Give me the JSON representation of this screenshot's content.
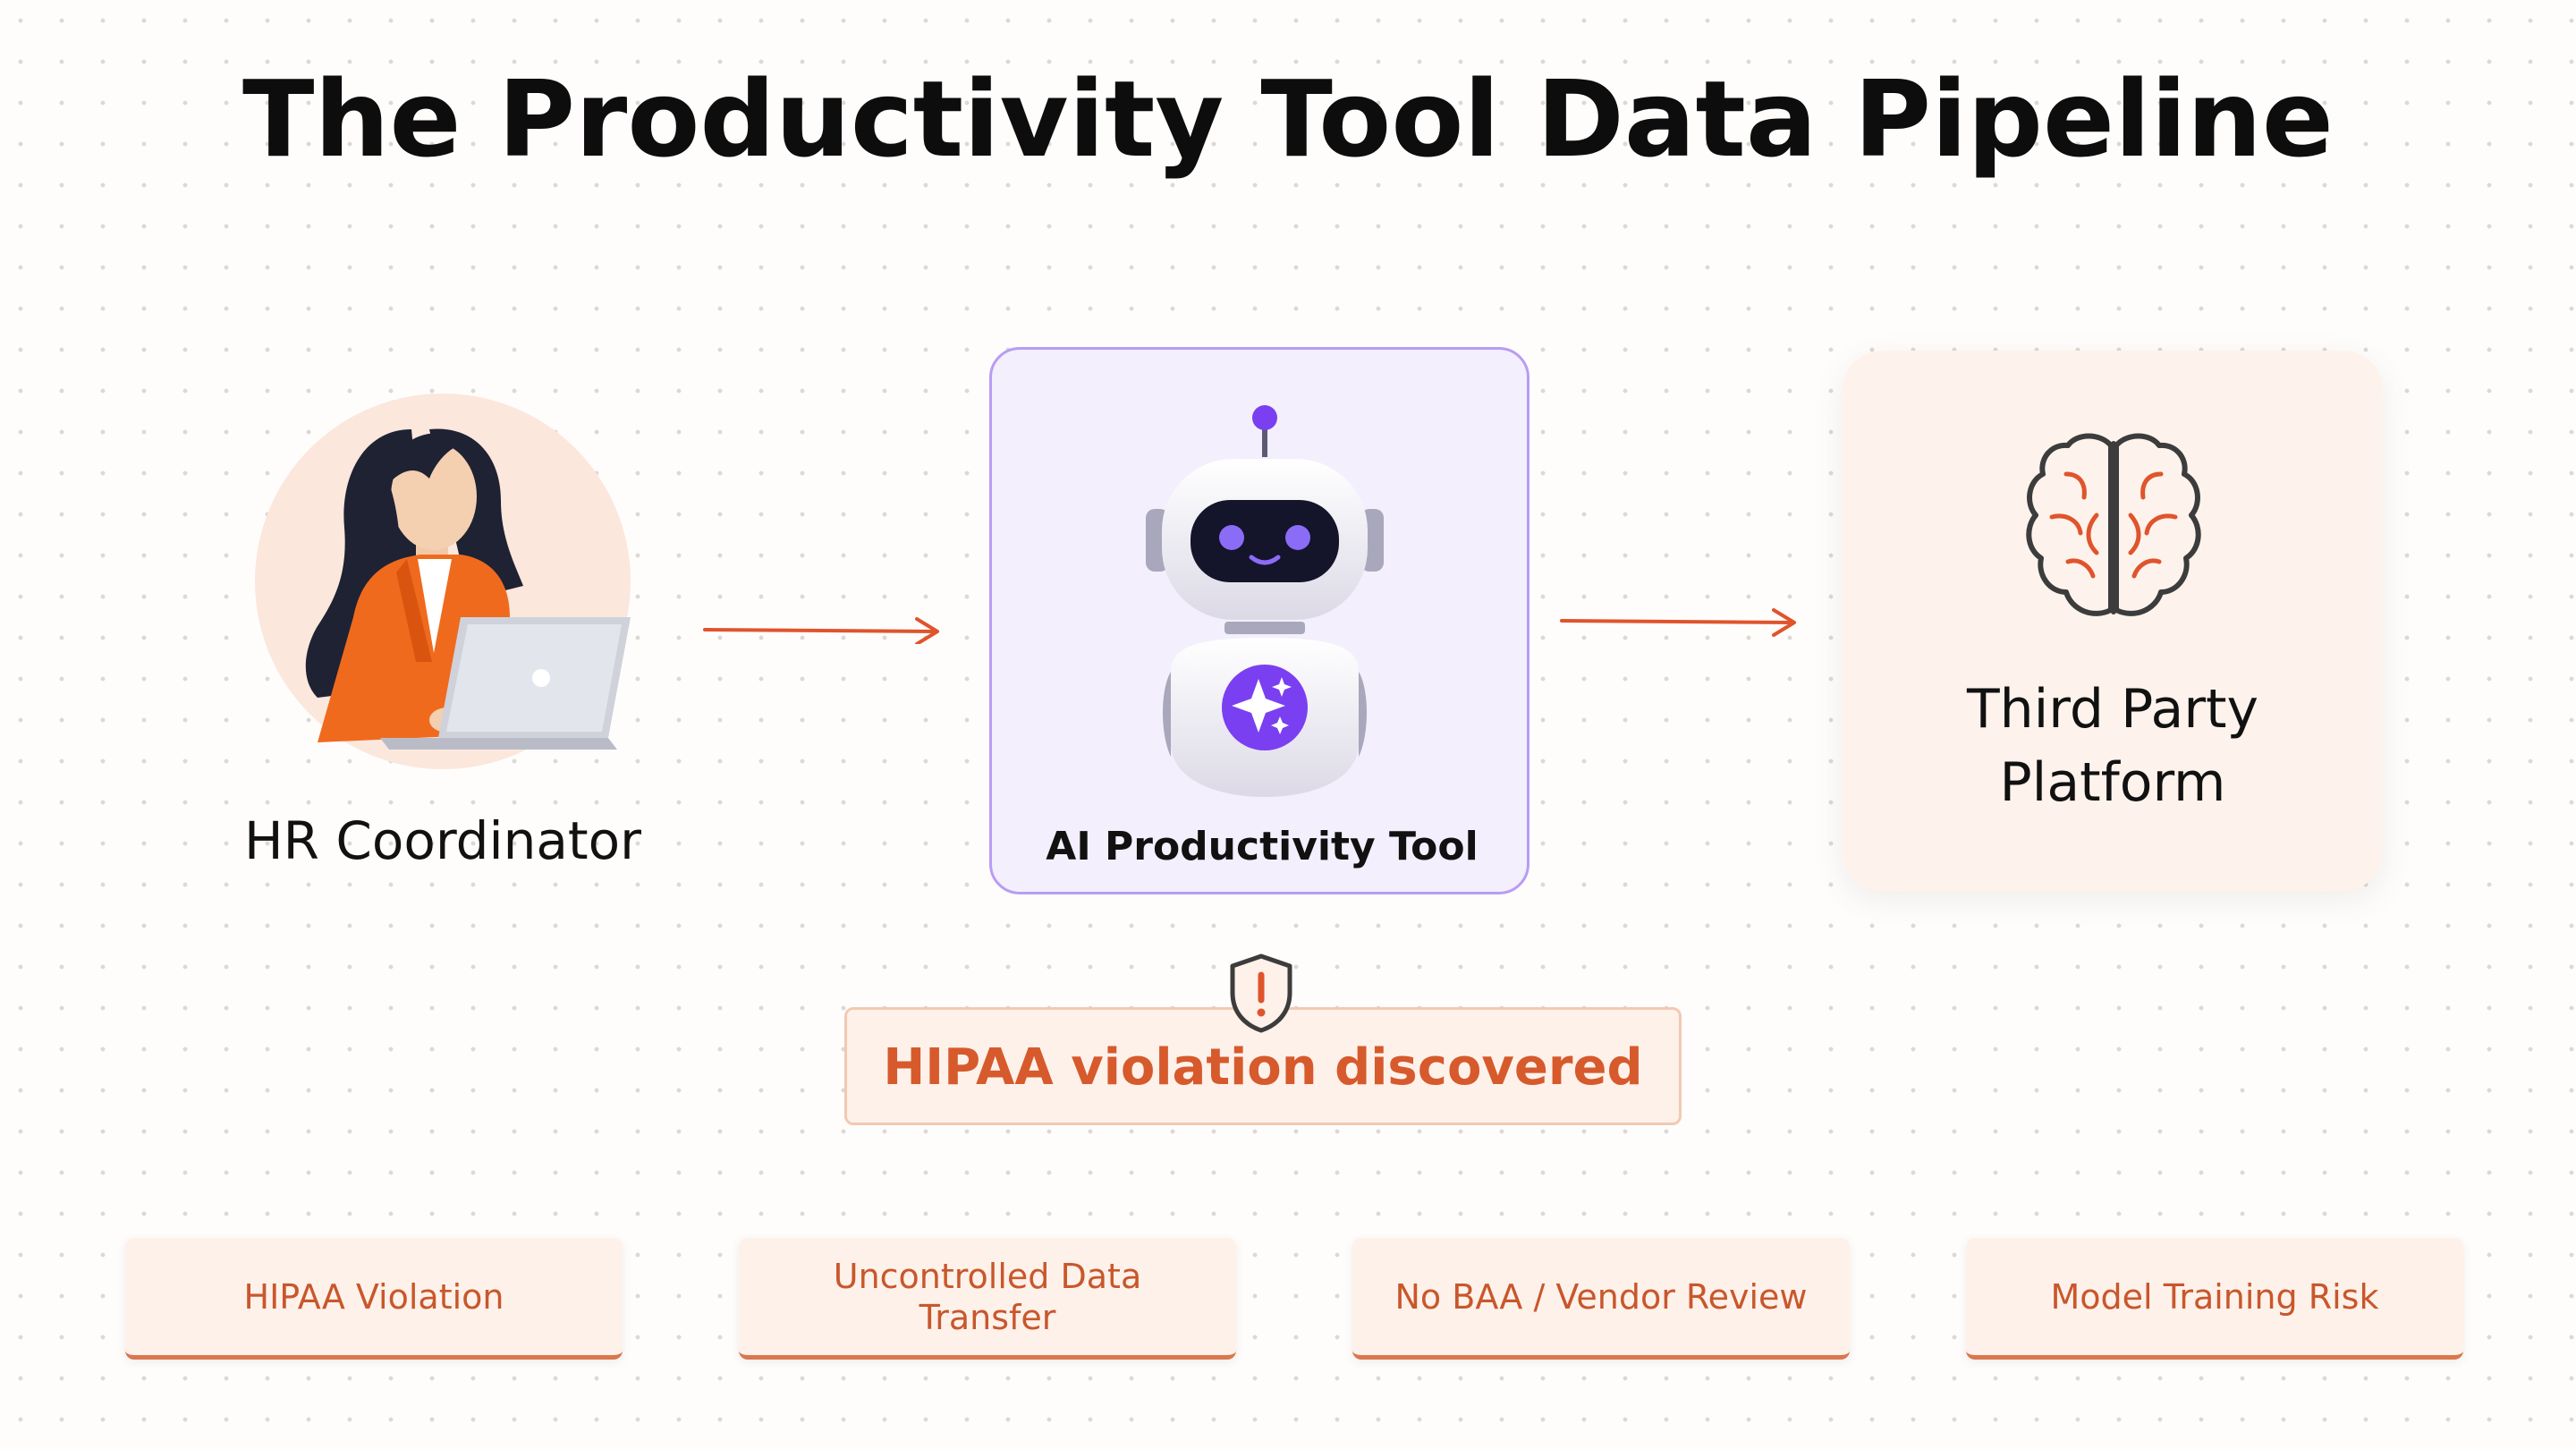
{
  "title": "The Productivity Tool Data Pipeline",
  "nodes": {
    "hr": {
      "label": "HR Coordinator"
    },
    "ai_tool": {
      "label": "AI Productivity Tool"
    },
    "third_party": {
      "label_line1": "Third Party",
      "label_line2": "Platform"
    }
  },
  "alert": {
    "text": "HIPAA violation discovered",
    "icon": "shield-alert-icon"
  },
  "risks": [
    {
      "label": "HIPAA Violation"
    },
    {
      "label": "Uncontrolled Data Transfer"
    },
    {
      "label": "No BAA / Vendor Review"
    },
    {
      "label": "Model Training Risk"
    }
  ],
  "colors": {
    "accent_orange": "#d65a2c",
    "accent_purple": "#7a3ff0",
    "arrow": "#e0542c"
  }
}
